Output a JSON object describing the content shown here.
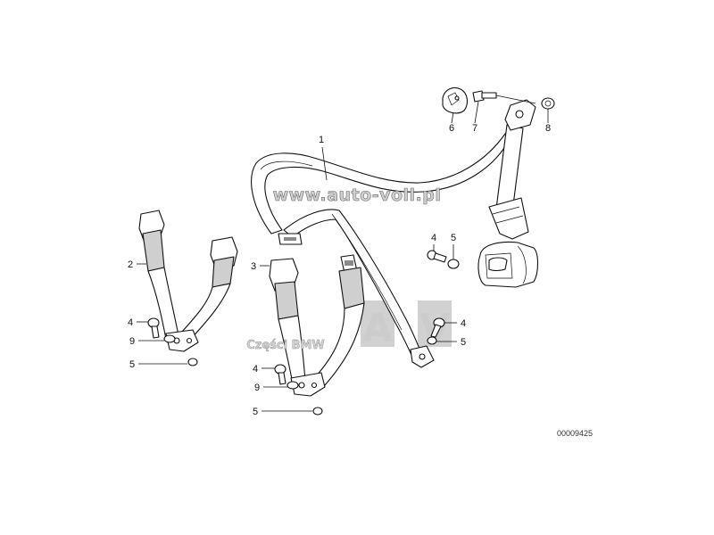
{
  "callouts": {
    "belt_main": "1",
    "rear_left_buckle": "2",
    "rear_center_buckle": "3",
    "bolt_left": "4",
    "washer_spacer_left": "9",
    "nut_left": "5",
    "bolt_center": "4",
    "washer_spacer_center": "9",
    "nut_center": "5",
    "bolt_right": "4",
    "nut_right": "5",
    "bolt_retractor": "4",
    "nut_retractor": "5",
    "cover_cap": "6",
    "bolt_top": "7",
    "spacer_top": "8"
  },
  "watermarks": {
    "site_url": "www.auto-voll.pl",
    "parts_label": "Części BMW",
    "logo_letters": [
      "A",
      "V"
    ]
  },
  "doc_number": "00009425"
}
